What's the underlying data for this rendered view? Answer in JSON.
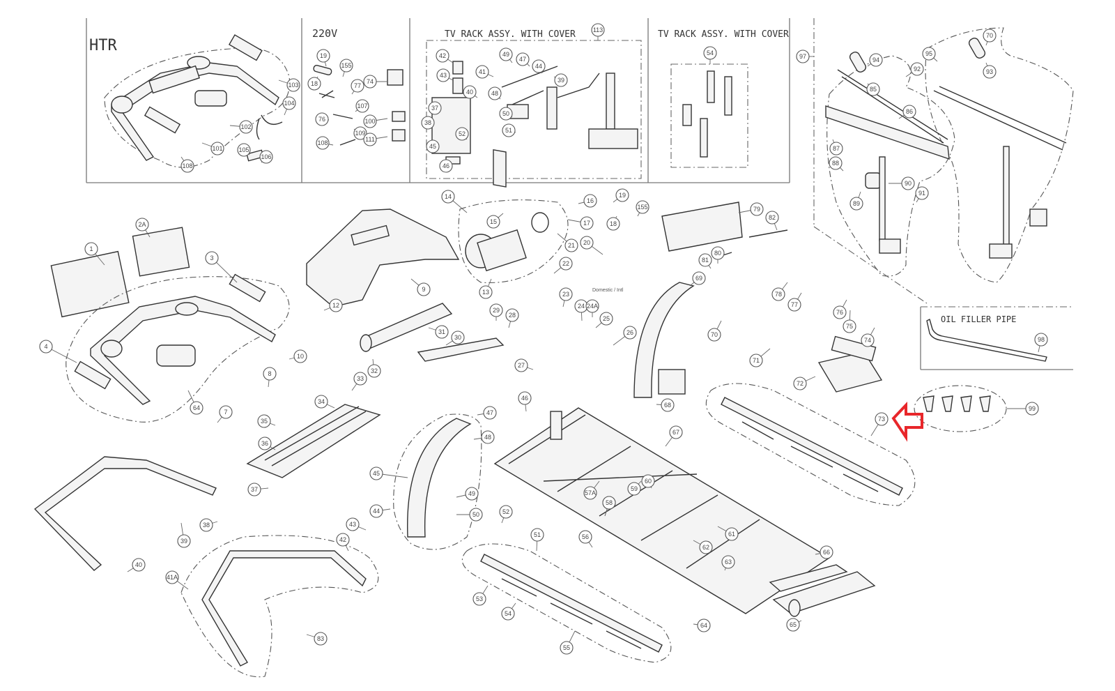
{
  "diagram": {
    "title": "Treadmill exploded parts diagram",
    "highlight_color": "#e8262a",
    "line_color": "#333333",
    "boxes": {
      "htr": {
        "title": "HTR",
        "callouts": [
          "103",
          "104",
          "102",
          "101",
          "105",
          "106",
          "108"
        ]
      },
      "v220": {
        "title": "220V",
        "callouts": [
          "19",
          "18",
          "155",
          "77",
          "74",
          "107",
          "76",
          "100",
          "109",
          "111",
          "108"
        ]
      },
      "tv_rack_1": {
        "title": "TV RACK ASSY. WITH COVER",
        "assembly_no": "113",
        "callouts": [
          "42",
          "43",
          "41",
          "49",
          "47",
          "39",
          "37",
          "44",
          "45",
          "46",
          "38",
          "48",
          "40",
          "50",
          "51",
          "52"
        ]
      },
      "tv_rack_2": {
        "title": "TV RACK ASSY. WITH COVER",
        "assembly_no": "54"
      },
      "oil_filler": {
        "title": "OIL FILLER PIPE",
        "callouts": [
          "98"
        ]
      },
      "handrail_group": {
        "assembly_no": "97",
        "callouts": [
          "94",
          "92",
          "85",
          "86",
          "87",
          "88",
          "89",
          "90",
          "91",
          "95",
          "70",
          "93"
        ]
      }
    },
    "callouts": [
      {
        "id": "1"
      },
      {
        "id": "2A"
      },
      {
        "id": "3"
      },
      {
        "id": "4"
      },
      {
        "id": "64"
      },
      {
        "id": "58"
      },
      {
        "id": "7"
      },
      {
        "id": "8"
      },
      {
        "id": "10"
      },
      {
        "id": "12"
      },
      {
        "id": "9"
      },
      {
        "id": "14"
      },
      {
        "id": "15"
      },
      {
        "id": "13"
      },
      {
        "id": "16"
      },
      {
        "id": "17"
      },
      {
        "id": "19"
      },
      {
        "id": "18"
      },
      {
        "id": "155"
      },
      {
        "id": "21"
      },
      {
        "id": "20"
      },
      {
        "id": "22"
      },
      {
        "id": "23"
      },
      {
        "id": "24"
      },
      {
        "id": "24A"
      },
      {
        "id": "25"
      },
      {
        "id": "26"
      },
      {
        "id": "27"
      },
      {
        "id": "28"
      },
      {
        "id": "29"
      },
      {
        "id": "30"
      },
      {
        "id": "31"
      },
      {
        "id": "32"
      },
      {
        "id": "33"
      },
      {
        "id": "34"
      },
      {
        "id": "35"
      },
      {
        "id": "36"
      },
      {
        "id": "37"
      },
      {
        "id": "38"
      },
      {
        "id": "39"
      },
      {
        "id": "40"
      },
      {
        "id": "41A"
      },
      {
        "id": "42"
      },
      {
        "id": "43"
      },
      {
        "id": "44"
      },
      {
        "id": "45"
      },
      {
        "id": "46"
      },
      {
        "id": "47"
      },
      {
        "id": "48"
      },
      {
        "id": "49"
      },
      {
        "id": "50"
      },
      {
        "id": "51"
      },
      {
        "id": "52"
      },
      {
        "id": "53"
      },
      {
        "id": "54"
      },
      {
        "id": "55"
      },
      {
        "id": "56"
      },
      {
        "id": "57A"
      },
      {
        "id": "58"
      },
      {
        "id": "59"
      },
      {
        "id": "60"
      },
      {
        "id": "61"
      },
      {
        "id": "62"
      },
      {
        "id": "63"
      },
      {
        "id": "64"
      },
      {
        "id": "65"
      },
      {
        "id": "66"
      },
      {
        "id": "67"
      },
      {
        "id": "68"
      },
      {
        "id": "69"
      },
      {
        "id": "70"
      },
      {
        "id": "71"
      },
      {
        "id": "72"
      },
      {
        "id": "73"
      },
      {
        "id": "74"
      },
      {
        "id": "75"
      },
      {
        "id": "76"
      },
      {
        "id": "77"
      },
      {
        "id": "78"
      },
      {
        "id": "79"
      },
      {
        "id": "80"
      },
      {
        "id": "81"
      },
      {
        "id": "82"
      },
      {
        "id": "83"
      },
      {
        "id": "99"
      }
    ],
    "annotation_small": "Domestic / Intl",
    "highlighted_part": "73"
  }
}
